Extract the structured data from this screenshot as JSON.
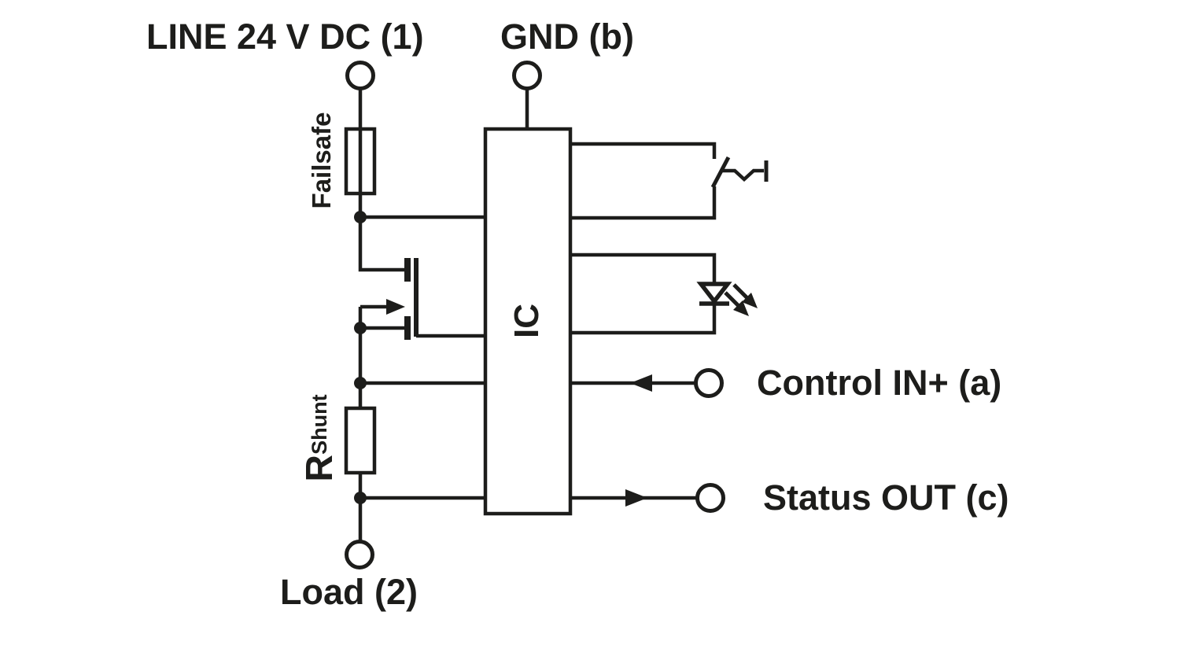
{
  "diagram": {
    "type": "circuit-schematic",
    "ink_color": "#1d1d1b",
    "background_color": "#ffffff",
    "labels": {
      "line": "LINE 24 V DC (1)",
      "gnd": "GND (b)",
      "failsafe": "Failsafe",
      "ic": "IC",
      "control_in": "Control IN+ (a)",
      "status_out": "Status OUT (c)",
      "rshunt_main": "R",
      "rshunt_sub": "Shunt",
      "load": "Load (2)"
    },
    "components": [
      {
        "name": "line-terminal",
        "label": "LINE 24 V DC (1)"
      },
      {
        "name": "gnd-terminal",
        "label": "GND (b)"
      },
      {
        "name": "failsafe-fuse",
        "label": "Failsafe"
      },
      {
        "name": "power-mosfet",
        "label": ""
      },
      {
        "name": "ic-block",
        "label": "IC"
      },
      {
        "name": "manual-switch",
        "label": ""
      },
      {
        "name": "led-indicator",
        "label": ""
      },
      {
        "name": "shunt-resistor",
        "label": "RShunt"
      },
      {
        "name": "control-in-terminal",
        "label": "Control IN+ (a)"
      },
      {
        "name": "status-out-terminal",
        "label": "Status OUT (c)"
      },
      {
        "name": "load-terminal",
        "label": "Load (2)"
      }
    ]
  }
}
